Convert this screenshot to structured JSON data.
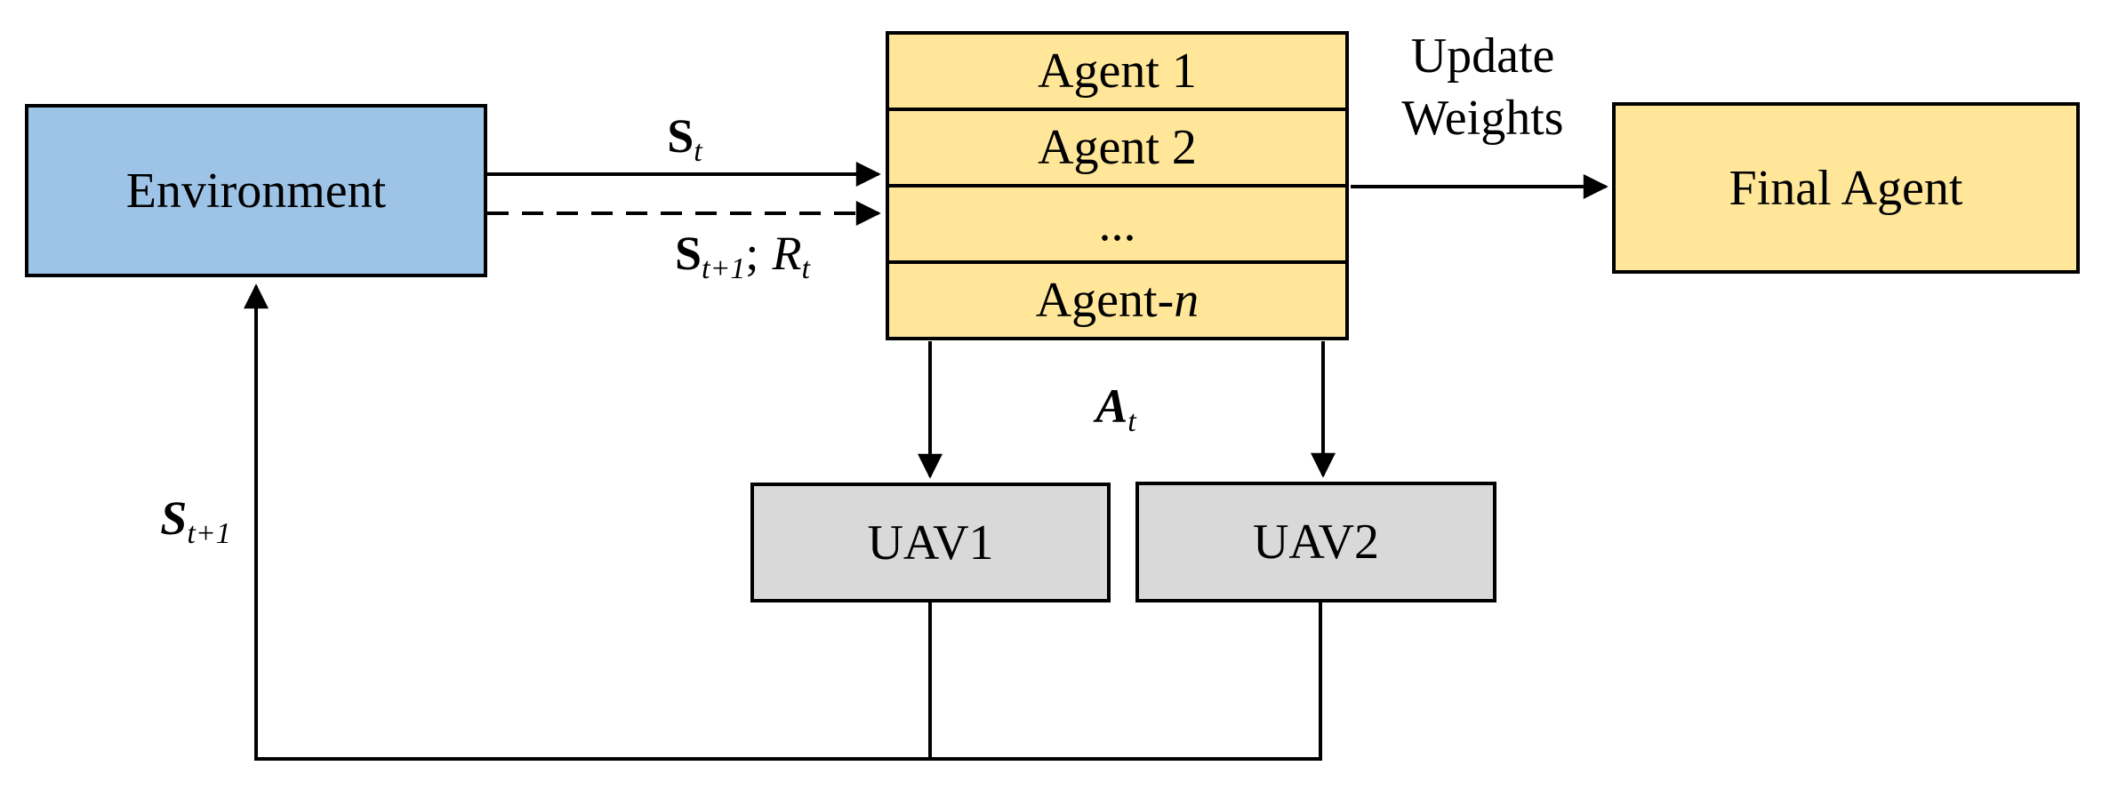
{
  "figure": {
    "boxes": {
      "environment": {
        "label": "Environment",
        "fill": "#9DC3E6"
      },
      "final_agent": {
        "label": "Final Agent",
        "fill": "#FFE699"
      },
      "uav1": {
        "label": "UAV1",
        "fill": "#D9D9D9"
      },
      "uav2": {
        "label": "UAV2",
        "fill": "#D9D9D9"
      }
    },
    "agent_stack": {
      "fill": "#FFE699",
      "rows": [
        {
          "label": "Agent 1"
        },
        {
          "label": "Agent 2"
        },
        {
          "label": "..."
        },
        {
          "prefix": "Agent-",
          "var": "n"
        }
      ]
    },
    "edge_labels": {
      "state": {
        "base": "S",
        "sub": "t"
      },
      "next_state_reward": {
        "s_base": "S",
        "s_sub": "t+1",
        "sep": ";",
        "r_base": "R",
        "r_sub": "t"
      },
      "update_weights": {
        "line1": "Update",
        "line2": "Weights"
      },
      "action": {
        "base": "A",
        "sub": "t"
      },
      "next_state": {
        "base": "S",
        "sub": "t+1"
      }
    },
    "colors": {
      "border": "#000000",
      "background": "#FFFFFF"
    }
  }
}
